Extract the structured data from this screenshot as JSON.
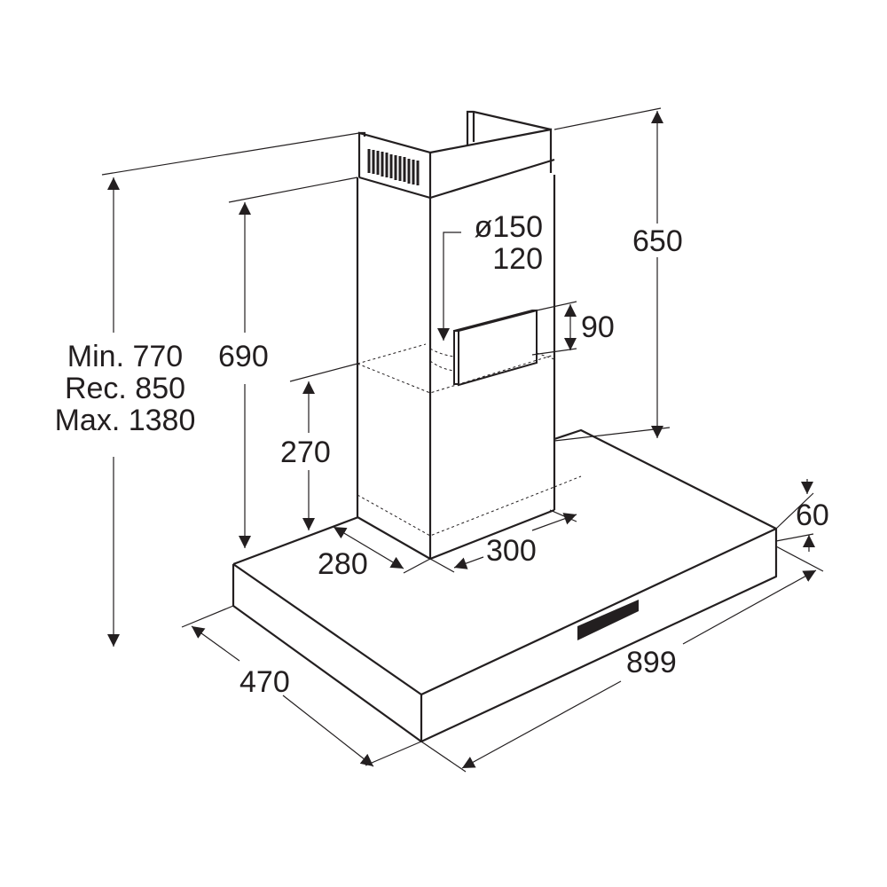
{
  "diagram": {
    "subject": "Chimney cooker hood dimensional drawing",
    "units": "mm",
    "line_color": "#231f20",
    "dimensions": {
      "installation_height": {
        "min_label": "Min. 770",
        "rec_label": "Rec. 850",
        "max_label": "Max. 1380"
      },
      "chimney_height": "690",
      "lower_chimney": "270",
      "upper_chimney": "650",
      "outlet_diameter_line1": "ø150",
      "outlet_diameter_line2": "120",
      "outlet_height": "90",
      "chimney_depth": "280",
      "chimney_width": "300",
      "canopy_thickness": "60",
      "canopy_depth": "470",
      "canopy_width": "899"
    }
  }
}
